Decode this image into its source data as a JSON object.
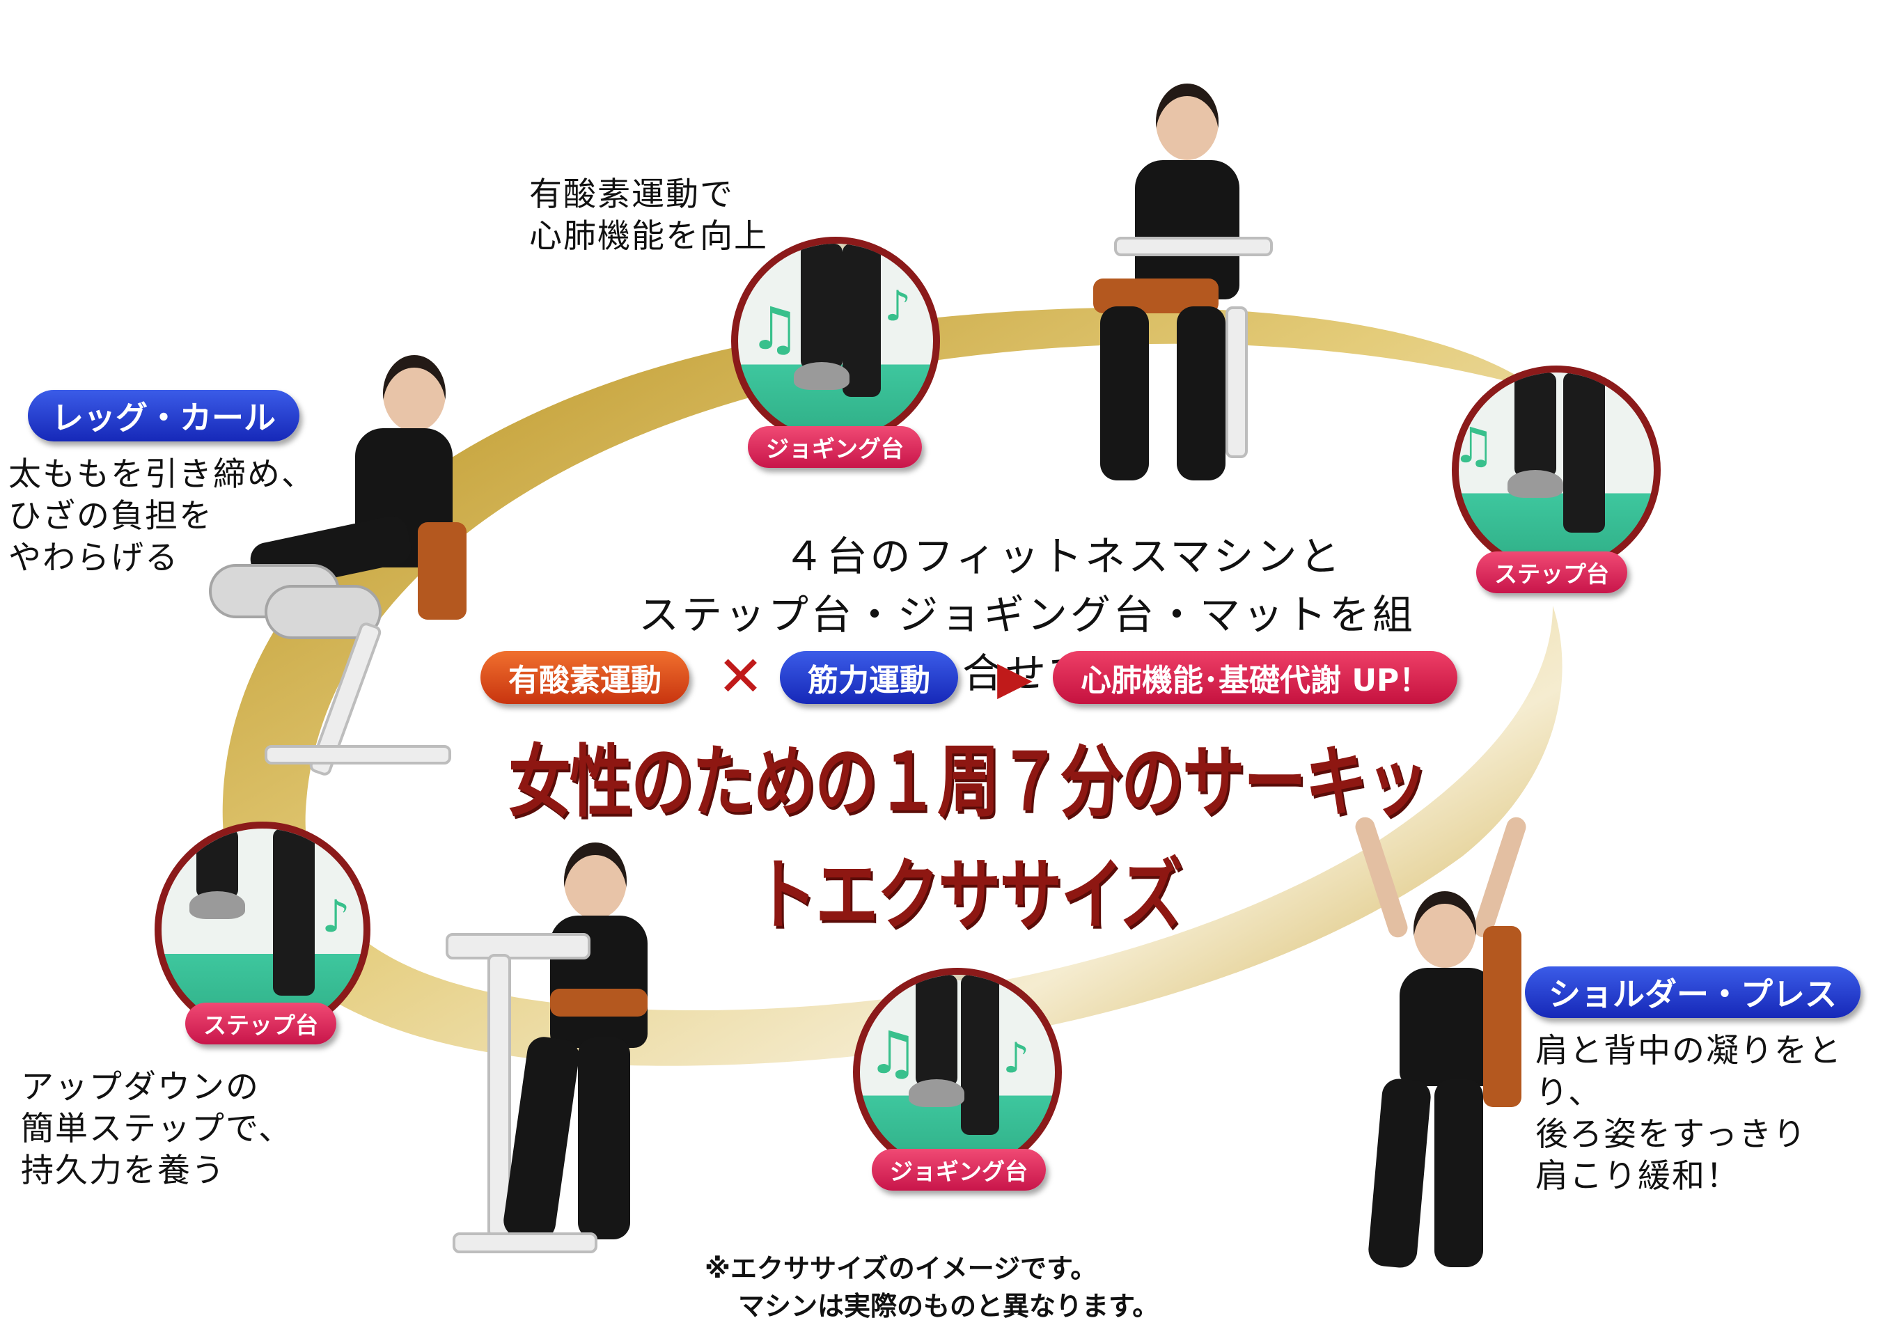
{
  "stations": {
    "leg_curl": {
      "label": "レッグ・カール",
      "desc": "太ももを引き締め、\nひざの負担を\nやわらげる"
    },
    "shoulder_press": {
      "label": "ショルダー・プレス",
      "desc": "肩と背中の凝りをとり、\n後ろ姿をすっきり\n肩こり緩和！"
    },
    "step_updown": {
      "desc": "アップダウンの\n簡単ステップで、\n持久力を養う"
    },
    "aerobic": {
      "desc": "有酸素運動で\n心肺機能を向上"
    }
  },
  "circles": {
    "jogging_top": "ジョギング台",
    "step_right": "ステップ台",
    "step_left": "ステップ台",
    "jogging_bottom": "ジョギング台"
  },
  "center": {
    "line1": "４台のフィットネスマシンと",
    "line2": "ステップ台・ジョギング台・マットを組合せて",
    "pill_aerobic": "有酸素運動",
    "op_times": "✕",
    "pill_strength": "筋力運動",
    "op_arrow": "▶",
    "pill_result": "心肺機能･基礎代謝 UP！",
    "title": "女性のための１周７分のサーキットエクササイズ"
  },
  "footnote": {
    "line1": "※エクササイズのイメージです。",
    "line2": "マシンは実際のものと異なります。"
  },
  "colors": {
    "ring_gold": "#c9a437",
    "circle_border": "#8b1a1a",
    "pill_blue": "#1f36c8",
    "pill_red": "#d81f55",
    "title_red": "#8e1712"
  },
  "icons": [
    "music-note-icon",
    "music-note-double-icon"
  ]
}
